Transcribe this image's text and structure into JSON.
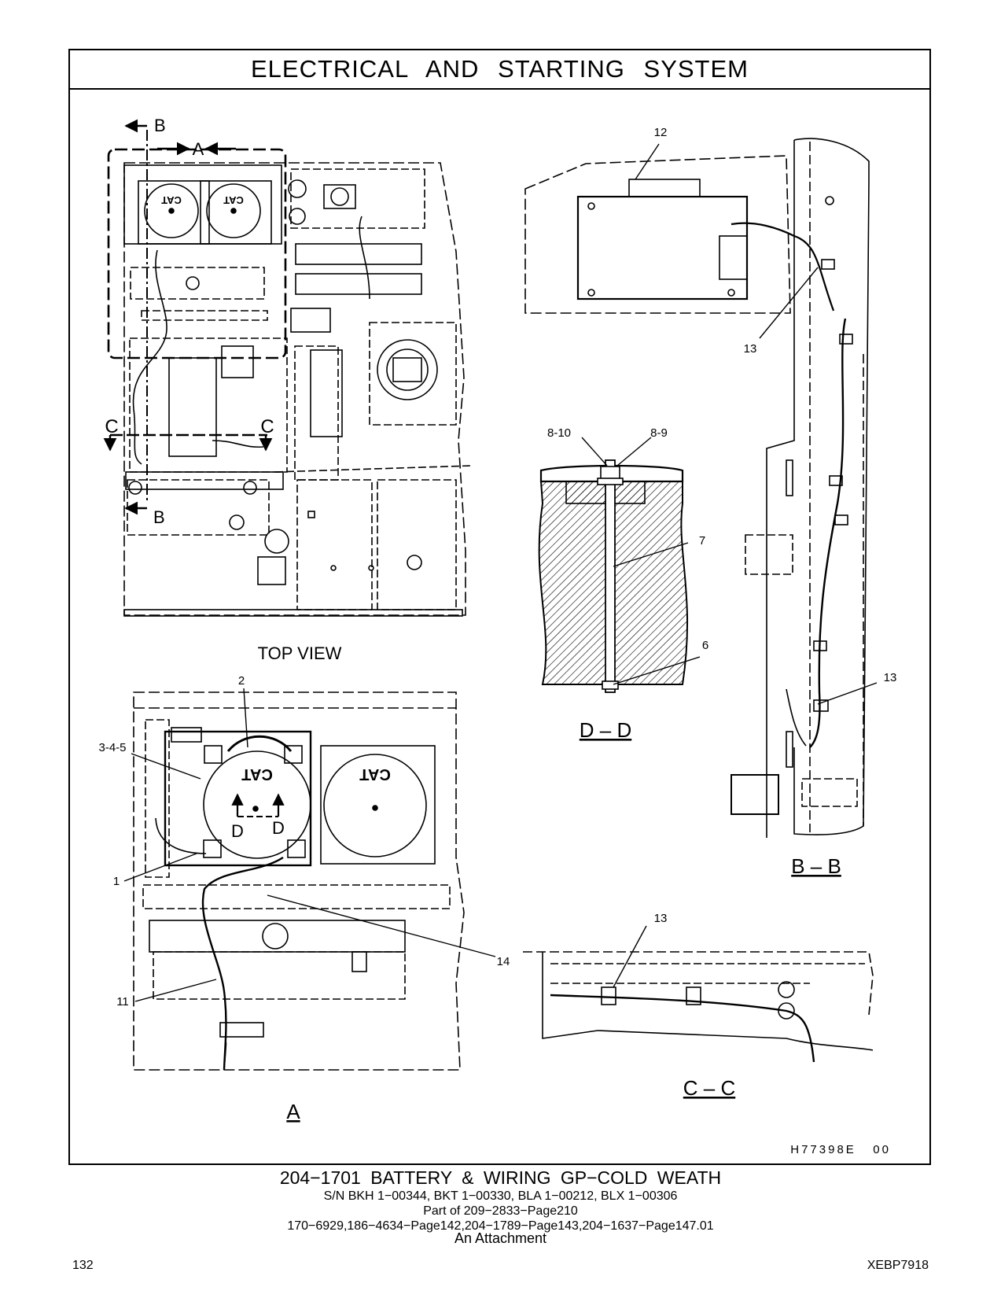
{
  "page": {
    "title": "ELECTRICAL AND STARTING SYSTEM",
    "drawing_number": "H77398E   00",
    "caption_main": "204−1701  BATTERY & WIRING GP−COLD WEATH",
    "caption_lines": [
      "S/N BKH 1−00344, BKT 1−00330, BLA 1−00212, BLX 1−00306",
      "Part of 209−2833−Page210",
      "170−6929,186−4634−Page142,204−1789−Page143,204−1637−Page147.01",
      "An Attachment"
    ],
    "page_number": "132",
    "doc_code": "XEBP7918"
  },
  "views": {
    "top": "TOP VIEW",
    "a": "A",
    "dd": "D – D",
    "bb": "B – B",
    "cc": "C – C"
  },
  "section_marks": {
    "b": "B",
    "a": "A",
    "c": "C",
    "d": "D"
  },
  "callouts": {
    "c1": "1",
    "c2": "2",
    "c345": "3-4-5",
    "c6": "6",
    "c7": "7",
    "c89": "8-9",
    "c810": "8-10",
    "c11": "11",
    "c12": "12",
    "c13": "13",
    "c14": "14"
  },
  "brand_mark": "CAT"
}
